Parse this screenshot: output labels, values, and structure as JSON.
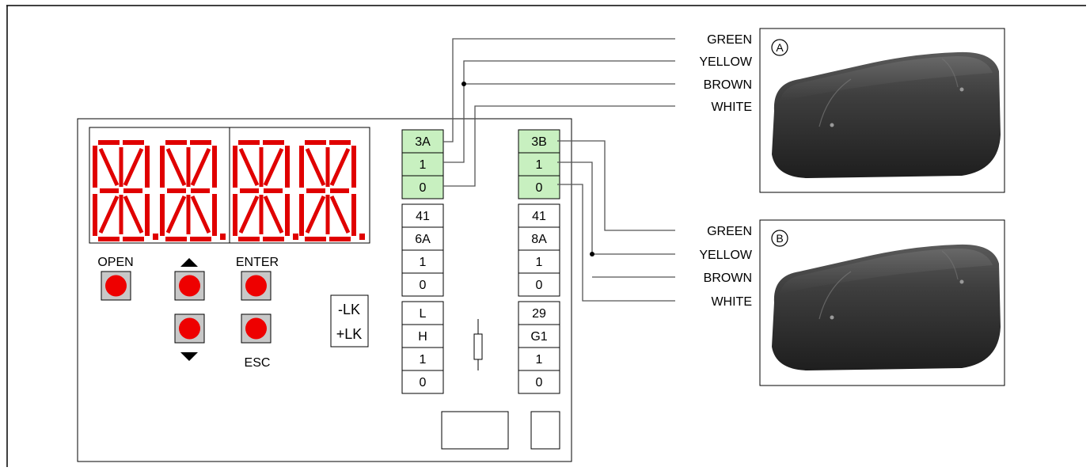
{
  "panel": {
    "display_digits": 4,
    "buttons": [
      {
        "id": "open",
        "label": "OPEN"
      },
      {
        "id": "up",
        "label": ""
      },
      {
        "id": "down",
        "label": ""
      },
      {
        "id": "enter",
        "label": "ENTER"
      },
      {
        "id": "esc",
        "label": "ESC"
      }
    ],
    "lk_labels": [
      "-LK",
      "+LK"
    ],
    "terminals_left": {
      "sensor_group": [
        "3A",
        "1",
        "0"
      ],
      "group2": [
        "41",
        "6A",
        "1",
        "0"
      ],
      "group3": [
        "L",
        "H",
        "1",
        "0"
      ]
    },
    "terminals_right": {
      "sensor_group": [
        "3B",
        "1",
        "0"
      ],
      "group2": [
        "41",
        "8A",
        "1",
        "0"
      ],
      "group3": [
        "29",
        "G1",
        "1",
        "0"
      ]
    }
  },
  "sensor_a": {
    "marker": "A",
    "wires": [
      "GREEN",
      "YELLOW",
      "BROWN",
      "WHITE"
    ]
  },
  "sensor_b": {
    "marker": "B",
    "wires": [
      "GREEN",
      "YELLOW",
      "BROWN",
      "WHITE"
    ]
  },
  "colors": {
    "segment_red": "#e00000",
    "terminal_green": "#c8f0c0",
    "button_gray": "#c8c8c8",
    "button_red": "#ee0000",
    "sensor_body": "#3a3a3a"
  }
}
